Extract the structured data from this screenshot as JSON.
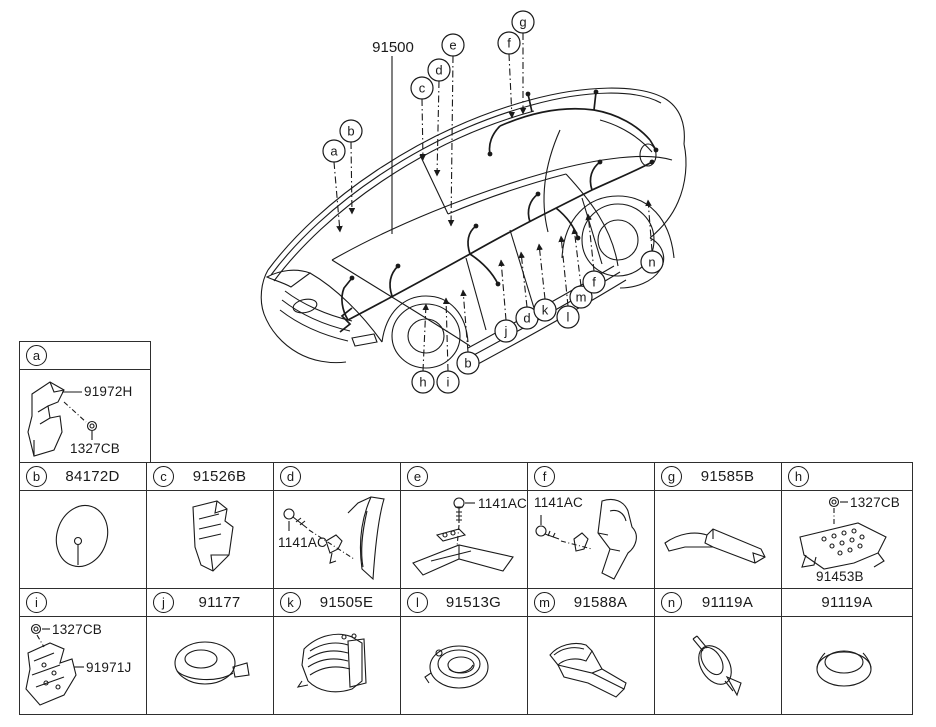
{
  "diagram": {
    "main_label": "91500",
    "callouts_top": [
      {
        "letter": "a"
      },
      {
        "letter": "b"
      },
      {
        "letter": "c"
      },
      {
        "letter": "d"
      },
      {
        "letter": "e"
      },
      {
        "letter": "f"
      },
      {
        "letter": "g"
      }
    ],
    "callouts_bottom": [
      {
        "letter": "h"
      },
      {
        "letter": "i"
      },
      {
        "letter": "b"
      },
      {
        "letter": "j"
      },
      {
        "letter": "d"
      },
      {
        "letter": "k"
      },
      {
        "letter": "l"
      },
      {
        "letter": "m"
      },
      {
        "letter": "f"
      },
      {
        "letter": "n"
      }
    ]
  },
  "table": {
    "cell_a": {
      "letter": "a",
      "label_top": "91972H",
      "label_bottom": "1327CB"
    },
    "row2": {
      "b": {
        "letter": "b",
        "part_number": "84172D"
      },
      "c": {
        "letter": "c",
        "part_number": "91526B"
      },
      "d": {
        "letter": "d",
        "body_label": "1141AC"
      },
      "e": {
        "letter": "e",
        "body_label": "1141AC"
      },
      "f": {
        "letter": "f",
        "body_label": "1141AC"
      },
      "g": {
        "letter": "g",
        "part_number": "91585B"
      },
      "h": {
        "letter": "h",
        "label_top": "1327CB",
        "label_bottom": "91453B"
      }
    },
    "row3": {
      "i": {
        "letter": "i",
        "label_top": "1327CB",
        "label_side": "91971J"
      },
      "j": {
        "letter": "j",
        "part_number": "91177"
      },
      "k": {
        "letter": "k",
        "part_number": "91505E"
      },
      "l": {
        "letter": "l",
        "part_number": "91513G"
      },
      "m": {
        "letter": "m",
        "part_number": "91588A"
      },
      "n": {
        "letter": "n",
        "part_number": "91119A"
      },
      "o": {
        "part_number": "91119A"
      }
    }
  },
  "colors": {
    "line": "#1a1a1a",
    "background": "#ffffff"
  }
}
